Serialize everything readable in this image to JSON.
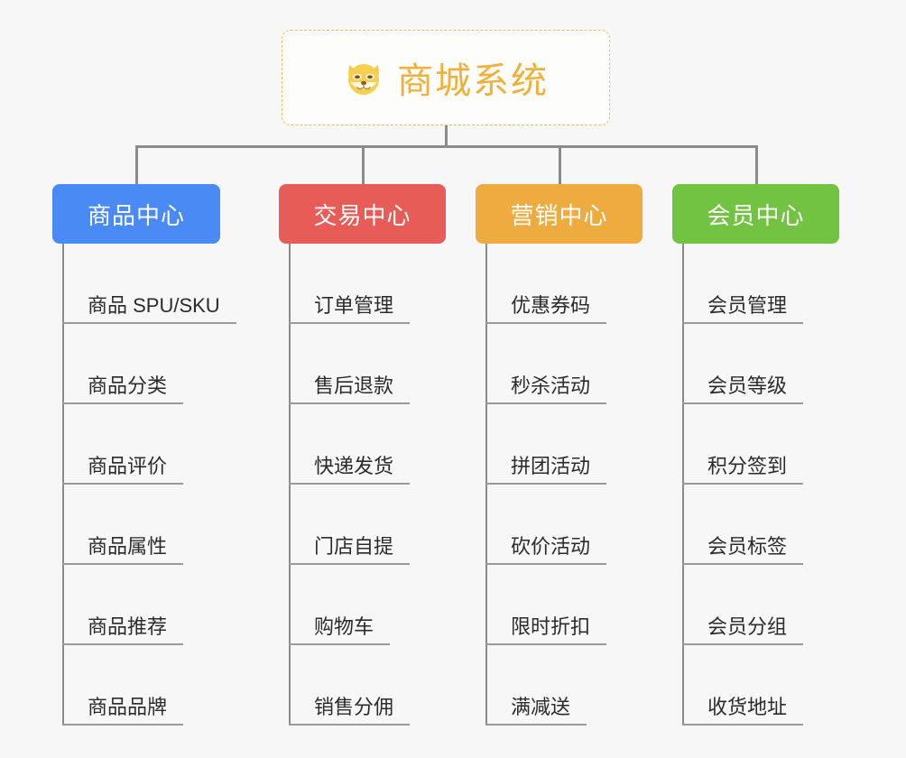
{
  "diagram": {
    "type": "mindmap",
    "background_color": "#f7f7f7",
    "root": {
      "title": "商城系统",
      "icon": "shiba-dog-emoji",
      "icon_glyph": "🐶",
      "text_color": "#f0b03c",
      "border_color": "#f0bb5c",
      "border_style": "dashed",
      "fill_color": "#fdfdfb"
    },
    "connector_color": "#8b8b8b",
    "branches": [
      {
        "label": "商品中心",
        "color": "#4a8af4",
        "items": [
          "商品 SPU/SKU",
          "商品分类",
          "商品评价",
          "商品属性",
          "商品推荐",
          "商品品牌"
        ]
      },
      {
        "label": "交易中心",
        "color": "#e85c57",
        "items": [
          "订单管理",
          "售后退款",
          "快递发货",
          "门店自提",
          "购物车",
          "销售分佣"
        ]
      },
      {
        "label": "营销中心",
        "color": "#eeab40",
        "items": [
          "优惠券码",
          "秒杀活动",
          "拼团活动",
          "砍价活动",
          "限时折扣",
          "满减送"
        ]
      },
      {
        "label": "会员中心",
        "color": "#72c341",
        "items": [
          "会员管理",
          "会员等级",
          "积分签到",
          "会员标签",
          "会员分组",
          "收货地址"
        ]
      }
    ]
  }
}
